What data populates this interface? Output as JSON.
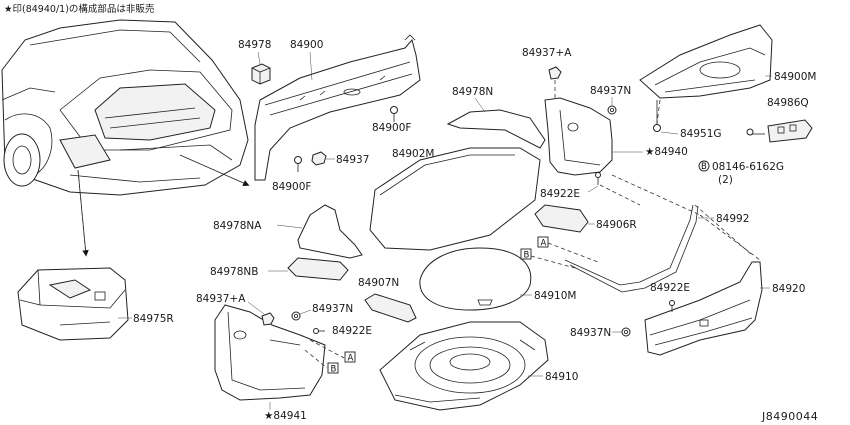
{
  "note": "★印(84940/1)の構成部品は非販売",
  "diagram_code": "J8490044",
  "labels": {
    "p84978": "84978",
    "p84900": "84900",
    "p84900f_a": "84900F",
    "p84900f_b": "84900F",
    "p84937": "84937",
    "p84978n": "84978N",
    "p84902m": "84902M",
    "p84937a_top": "84937+A",
    "p84937n_top": "84937N",
    "p84940": "★84940",
    "p84900m": "84900M",
    "p84986q": "84986Q",
    "p84951g": "84951G",
    "p08146": "08146-6162G",
    "p08146_qty": "(2)",
    "bolt_symbol": "B",
    "p84922e_top": "84922E",
    "p84906r": "84906R",
    "p84992": "84992",
    "p84978na": "84978NA",
    "p84978nb": "84978NB",
    "p84907n": "84907N",
    "p84910m": "84910M",
    "p84937a_bot": "84937+A",
    "p84937n_mid": "84937N",
    "p84922e_mid": "84922E",
    "p84922e_right": "84922E",
    "p84920": "84920",
    "p84937n_right": "84937N",
    "p84975r": "84975R",
    "p84910": "84910",
    "p84941": "★84941"
  },
  "ref_boxes": {
    "A": "A",
    "B": "B"
  }
}
